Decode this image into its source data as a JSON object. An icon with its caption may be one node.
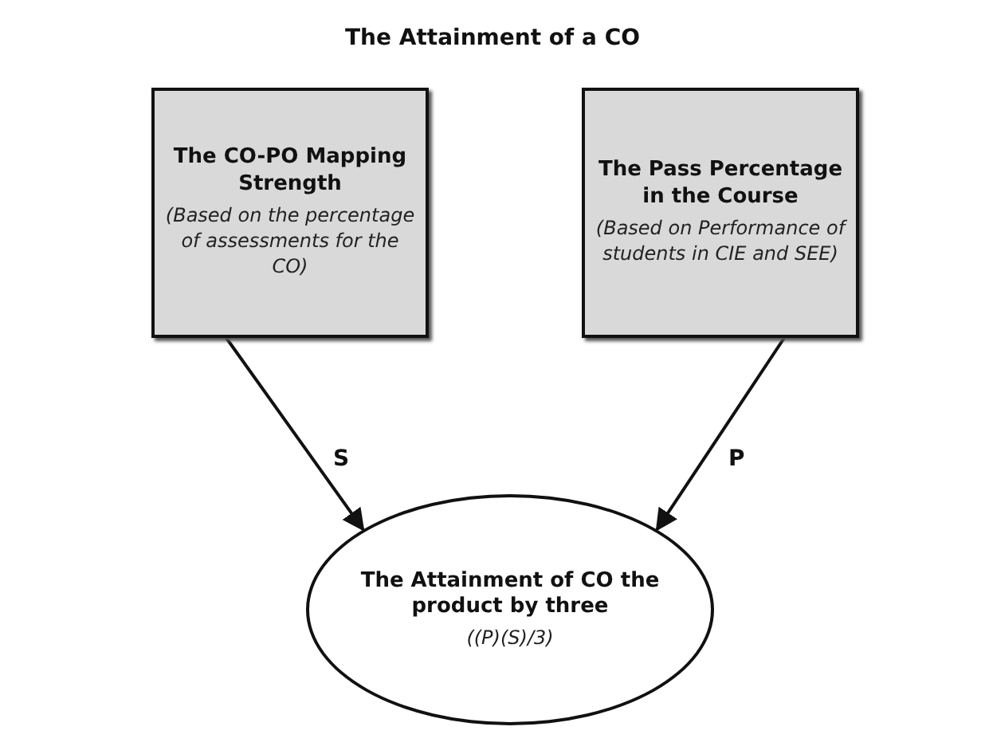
{
  "diagram": {
    "title": "The Attainment of a CO",
    "nodes": [
      {
        "text": [
          "The CO-PO Mapping Strength",
          "(Based on the percentage of assessments for the CO)"
        ]
      },
      {
        "text": [
          "The Pass Percentage in the Course",
          "(Based on Performance of students in CIE and SEE)"
        ]
      },
      {
        "text": [
          "The Attainment of CO the product by three",
          "((P)(S)/3)"
        ]
      }
    ],
    "edges": [
      {
        "from": 0,
        "to": 2,
        "arrow": "to",
        "label": "S"
      },
      {
        "from": 1,
        "to": 2,
        "arrow": "to",
        "label": "P"
      }
    ]
  }
}
